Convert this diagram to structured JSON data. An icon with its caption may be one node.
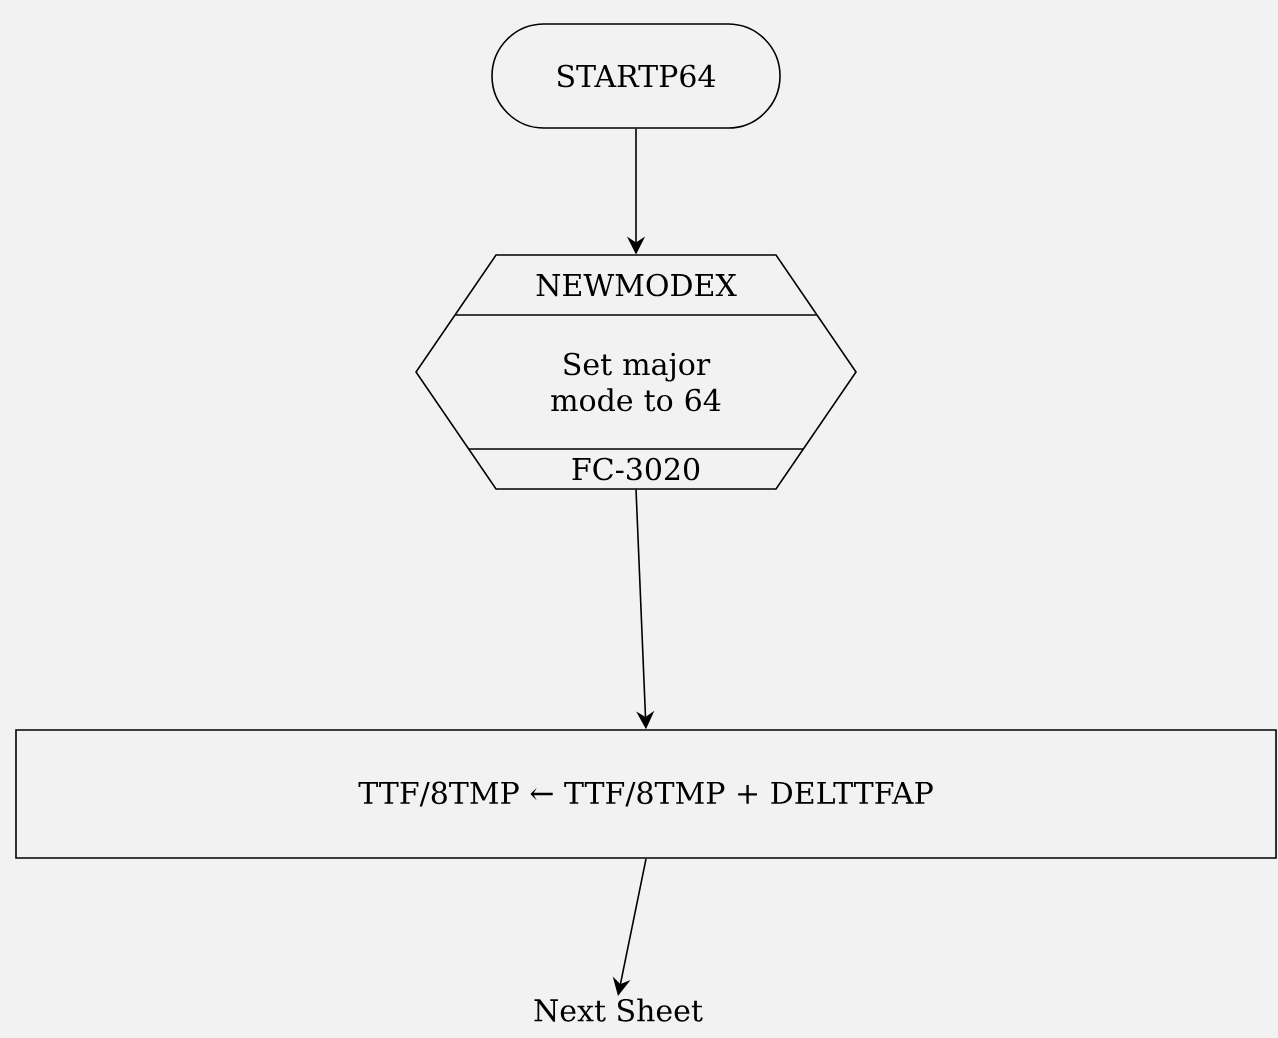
{
  "diagram": {
    "nodes": [
      {
        "text": [
          "STARTP64"
        ]
      },
      {
        "text": [
          "NEWMODEX",
          "Set major mode to 64",
          "FC-3020"
        ]
      },
      {
        "text": [
          "TTF/8TMP ← TTF/8TMP + DELTTFAP"
        ]
      },
      {
        "text": [
          "Next Sheet"
        ]
      }
    ],
    "edges": [
      {
        "from": 0,
        "to": 1,
        "arrow": "to"
      },
      {
        "from": 1,
        "to": 2,
        "arrow": "to"
      },
      {
        "from": 2,
        "to": 3,
        "arrow": "to"
      }
    ]
  }
}
